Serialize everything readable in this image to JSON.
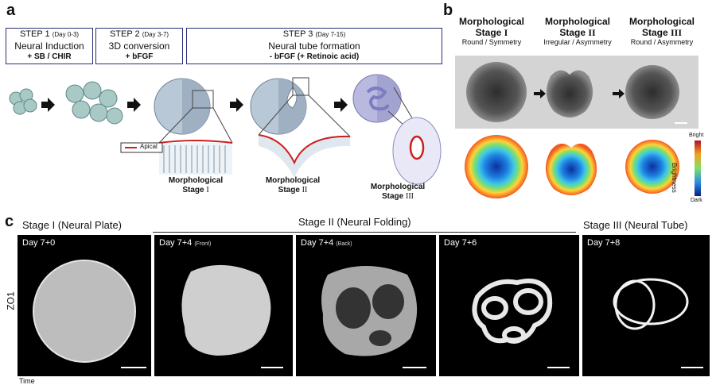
{
  "panel_a": {
    "letter": "a",
    "steps": [
      {
        "title": "STEP 1",
        "days": "(Day 0-3)",
        "line2": "Neural Induction",
        "line3": "+ SB / CHIR"
      },
      {
        "title": "STEP 2",
        "days": "(Day 3-7)",
        "line2": "3D conversion",
        "line3": "+ bFGF"
      },
      {
        "title": "STEP 3",
        "days": "(Day 7-15)",
        "line2": "Neural tube formation",
        "line3": "- bFGF (+ Retinoic acid)"
      }
    ],
    "legend_apical": "Apical",
    "stage_labels": [
      {
        "line1": "Morphological",
        "line2": "Stage",
        "roman": "I"
      },
      {
        "line1": "Morphological",
        "line2": "Stage",
        "roman": "II"
      },
      {
        "line1": "Morphological",
        "line2": "Stage",
        "roman": "III"
      }
    ],
    "colors": {
      "apical": "#cc1f1f",
      "box_border": "#2a2f7a",
      "organoid": "#9fb4c6",
      "stage3": "#a8a8d6"
    }
  },
  "panel_b": {
    "letter": "b",
    "columns": [
      {
        "line1": "Morphological",
        "line2": "Stage",
        "roman": "I",
        "sub": "Round / Symmetry"
      },
      {
        "line1": "Morphological",
        "line2": "Stage",
        "roman": "II",
        "sub": "Irregular / Asymmetry"
      },
      {
        "line1": "Morphological",
        "line2": "Stage",
        "roman": "III",
        "sub": "Round / Asymmetry"
      }
    ],
    "colorbar": {
      "top": "Bright",
      "bottom": "Dark",
      "label": "Brightness"
    }
  },
  "panel_c": {
    "letter": "c",
    "row_label": "ZO1",
    "groups": [
      {
        "label": "Stage I (Neural Plate)"
      },
      {
        "label": "Stage II (Neural Folding)"
      },
      {
        "label": "Stage III (Neural Tube)"
      }
    ],
    "panels": [
      {
        "day": "Day 7+0",
        "note": ""
      },
      {
        "day": "Day 7+4",
        "note": "(Front)"
      },
      {
        "day": "Day 7+4",
        "note": "(Back)"
      },
      {
        "day": "Day 7+6",
        "note": ""
      },
      {
        "day": "Day 7+8",
        "note": ""
      }
    ],
    "time_label": "Time"
  }
}
